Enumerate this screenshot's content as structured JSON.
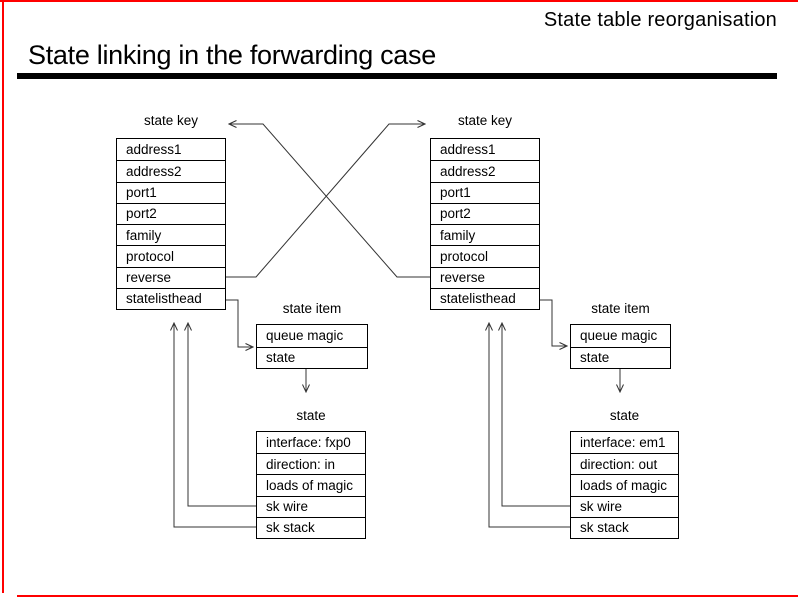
{
  "slide": {
    "corner_title": "State table reorganisation",
    "title": "State linking in the forwarding case",
    "accent_color": "#ff0000",
    "rule_color": "#000000",
    "line_color": "#333333"
  },
  "diagram": {
    "state_key_label": "state key",
    "state_item_label": "state item",
    "state_label": "state",
    "state_key_rows": [
      "address1",
      "address2",
      "port1",
      "port2",
      "family",
      "protocol",
      "reverse",
      "statelisthead"
    ],
    "state_item_rows": [
      "queue magic",
      "state"
    ],
    "left_state_rows": [
      "interface: fxp0",
      "direction: in",
      "loads of magic",
      "sk wire",
      "sk stack"
    ],
    "right_state_rows": [
      "interface: em1",
      "direction: out",
      "loads of magic",
      "sk wire",
      "sk stack"
    ]
  }
}
